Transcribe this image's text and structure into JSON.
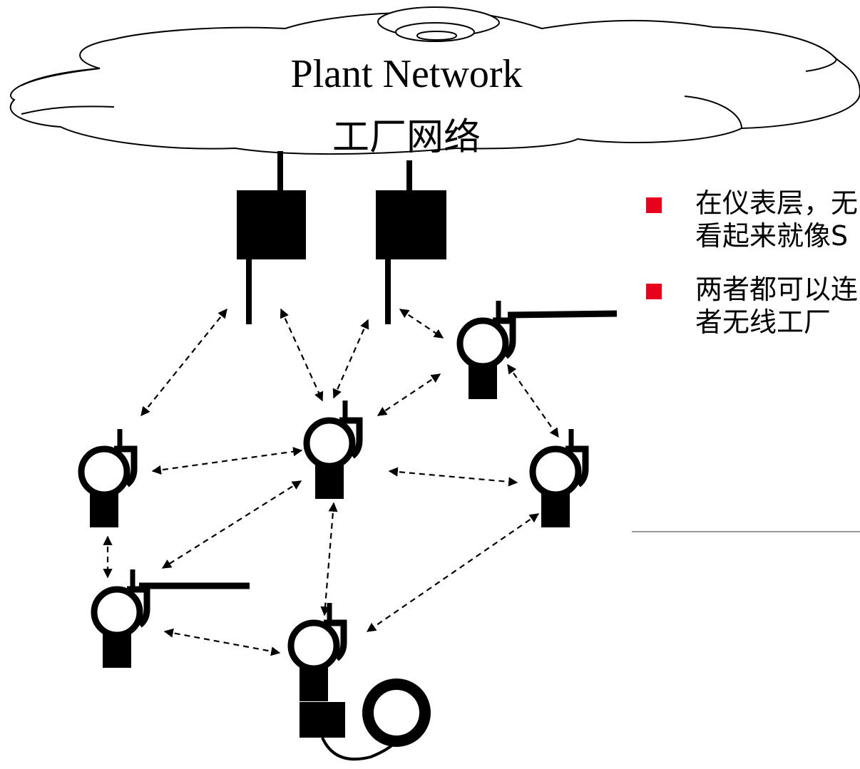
{
  "cloud": {
    "title_en": "Plant Network",
    "title_zh": "工厂网络"
  },
  "bullets": [
    {
      "line1": "在仪表层，无",
      "line2": "看起来就像S"
    },
    {
      "line1": "两者都可以连",
      "line2": "者无线工厂"
    }
  ],
  "colors": {
    "bullet": "#e8001c",
    "stroke": "#000000"
  }
}
